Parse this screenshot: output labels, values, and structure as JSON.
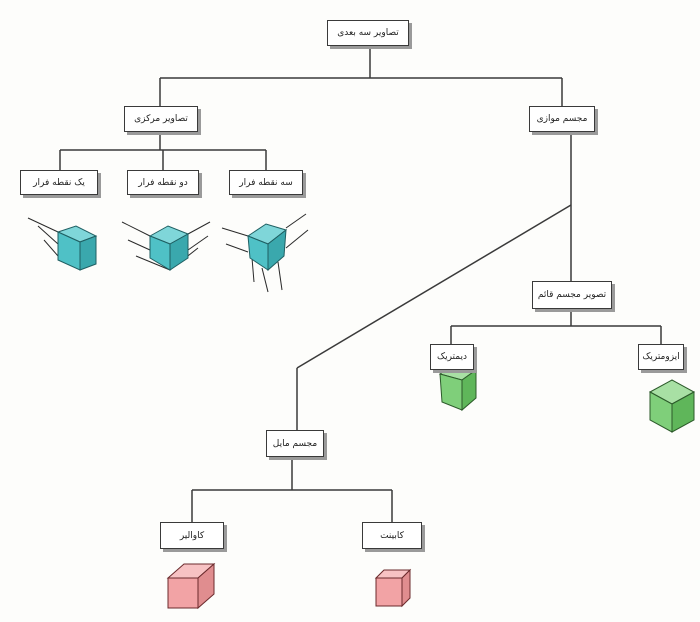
{
  "diagram": {
    "nodes": {
      "root": "تصاویر سه بعدی",
      "central": "تصاویر مرکزی",
      "parallel": "مجسم موازی",
      "three_point": "سه نقطه فرار",
      "two_point": "دو نقطه فرار",
      "one_point": "یک نقطه فرار",
      "orthogonal": "تصویر مجسم قائم",
      "oblique": "مجسم مایل",
      "dimetric": "دیمتریک",
      "isometric": "ایزومتریک",
      "cavalier": "کاوالیر",
      "cabinet": "کابینت"
    }
  },
  "colors": {
    "cyan_cube": "#4fc1c6",
    "green_cube": "#7fcf7a",
    "pink_cube": "#f2a3a5",
    "line": "#3a3a3a"
  }
}
